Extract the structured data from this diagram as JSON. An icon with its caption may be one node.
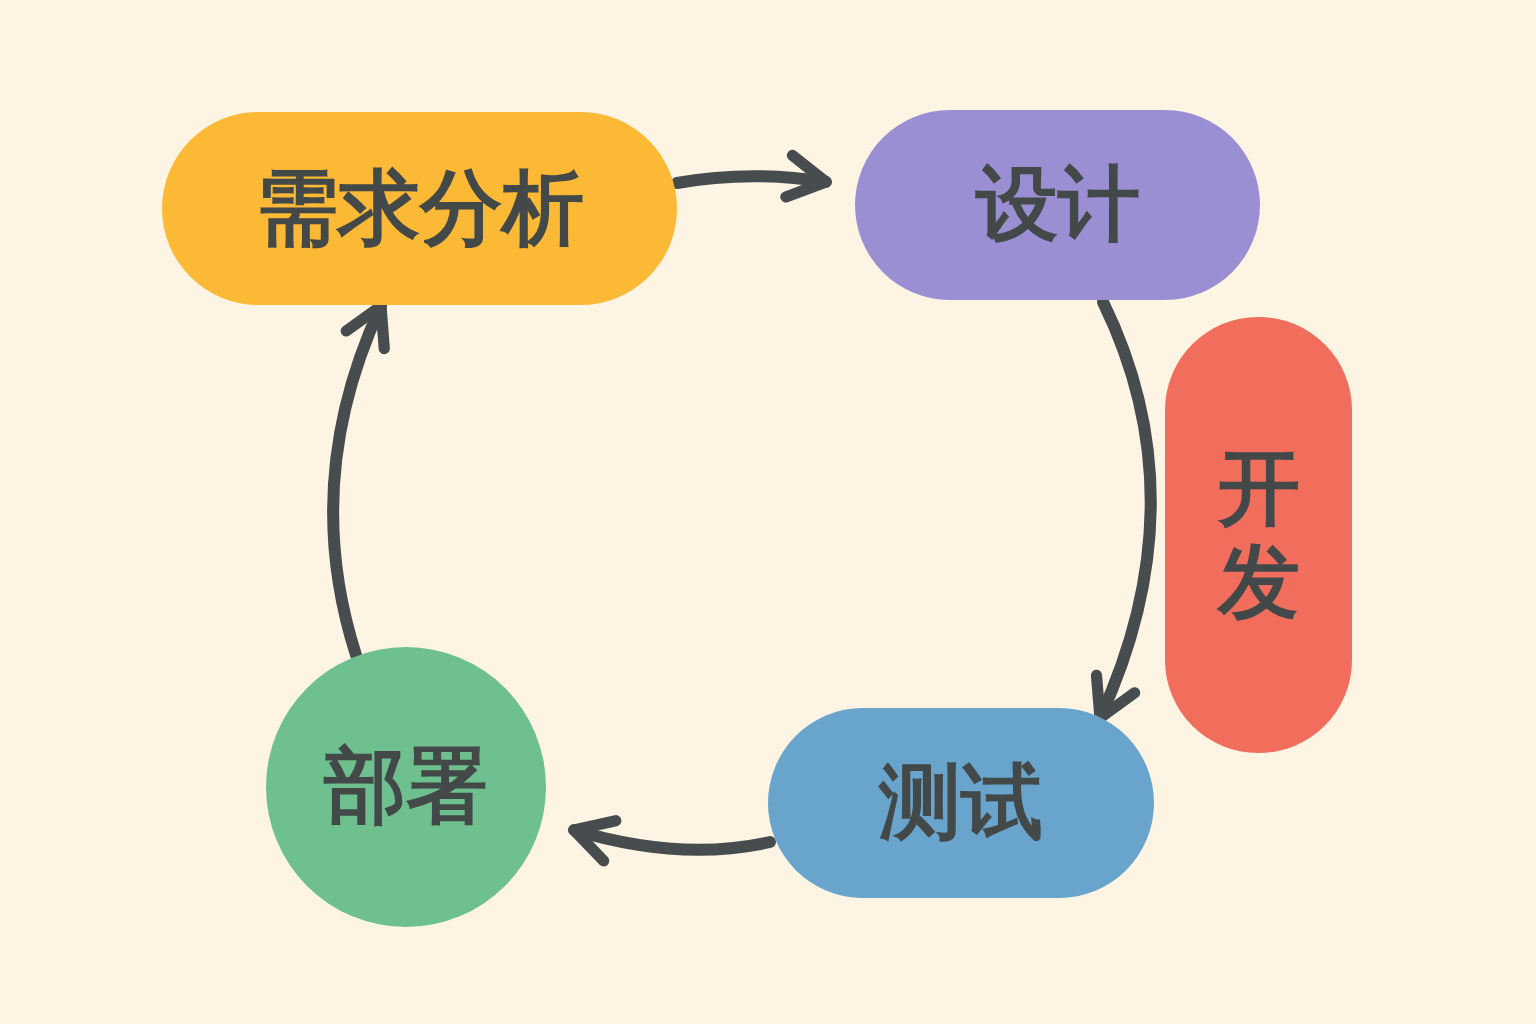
{
  "diagram": {
    "nodes": [
      {
        "text": [
          "需求分析"
        ]
      },
      {
        "text": [
          "设计"
        ]
      },
      {
        "text": [
          "开发"
        ]
      },
      {
        "text": [
          "测试"
        ]
      },
      {
        "text": [
          "部署"
        ]
      }
    ],
    "edges": [
      {
        "from": 0,
        "to": 1,
        "arrow": "to"
      },
      {
        "from": 1,
        "to": 3,
        "arrow": "to"
      },
      {
        "from": 3,
        "to": 4,
        "arrow": "to"
      },
      {
        "from": 4,
        "to": 0,
        "arrow": "to"
      }
    ]
  }
}
